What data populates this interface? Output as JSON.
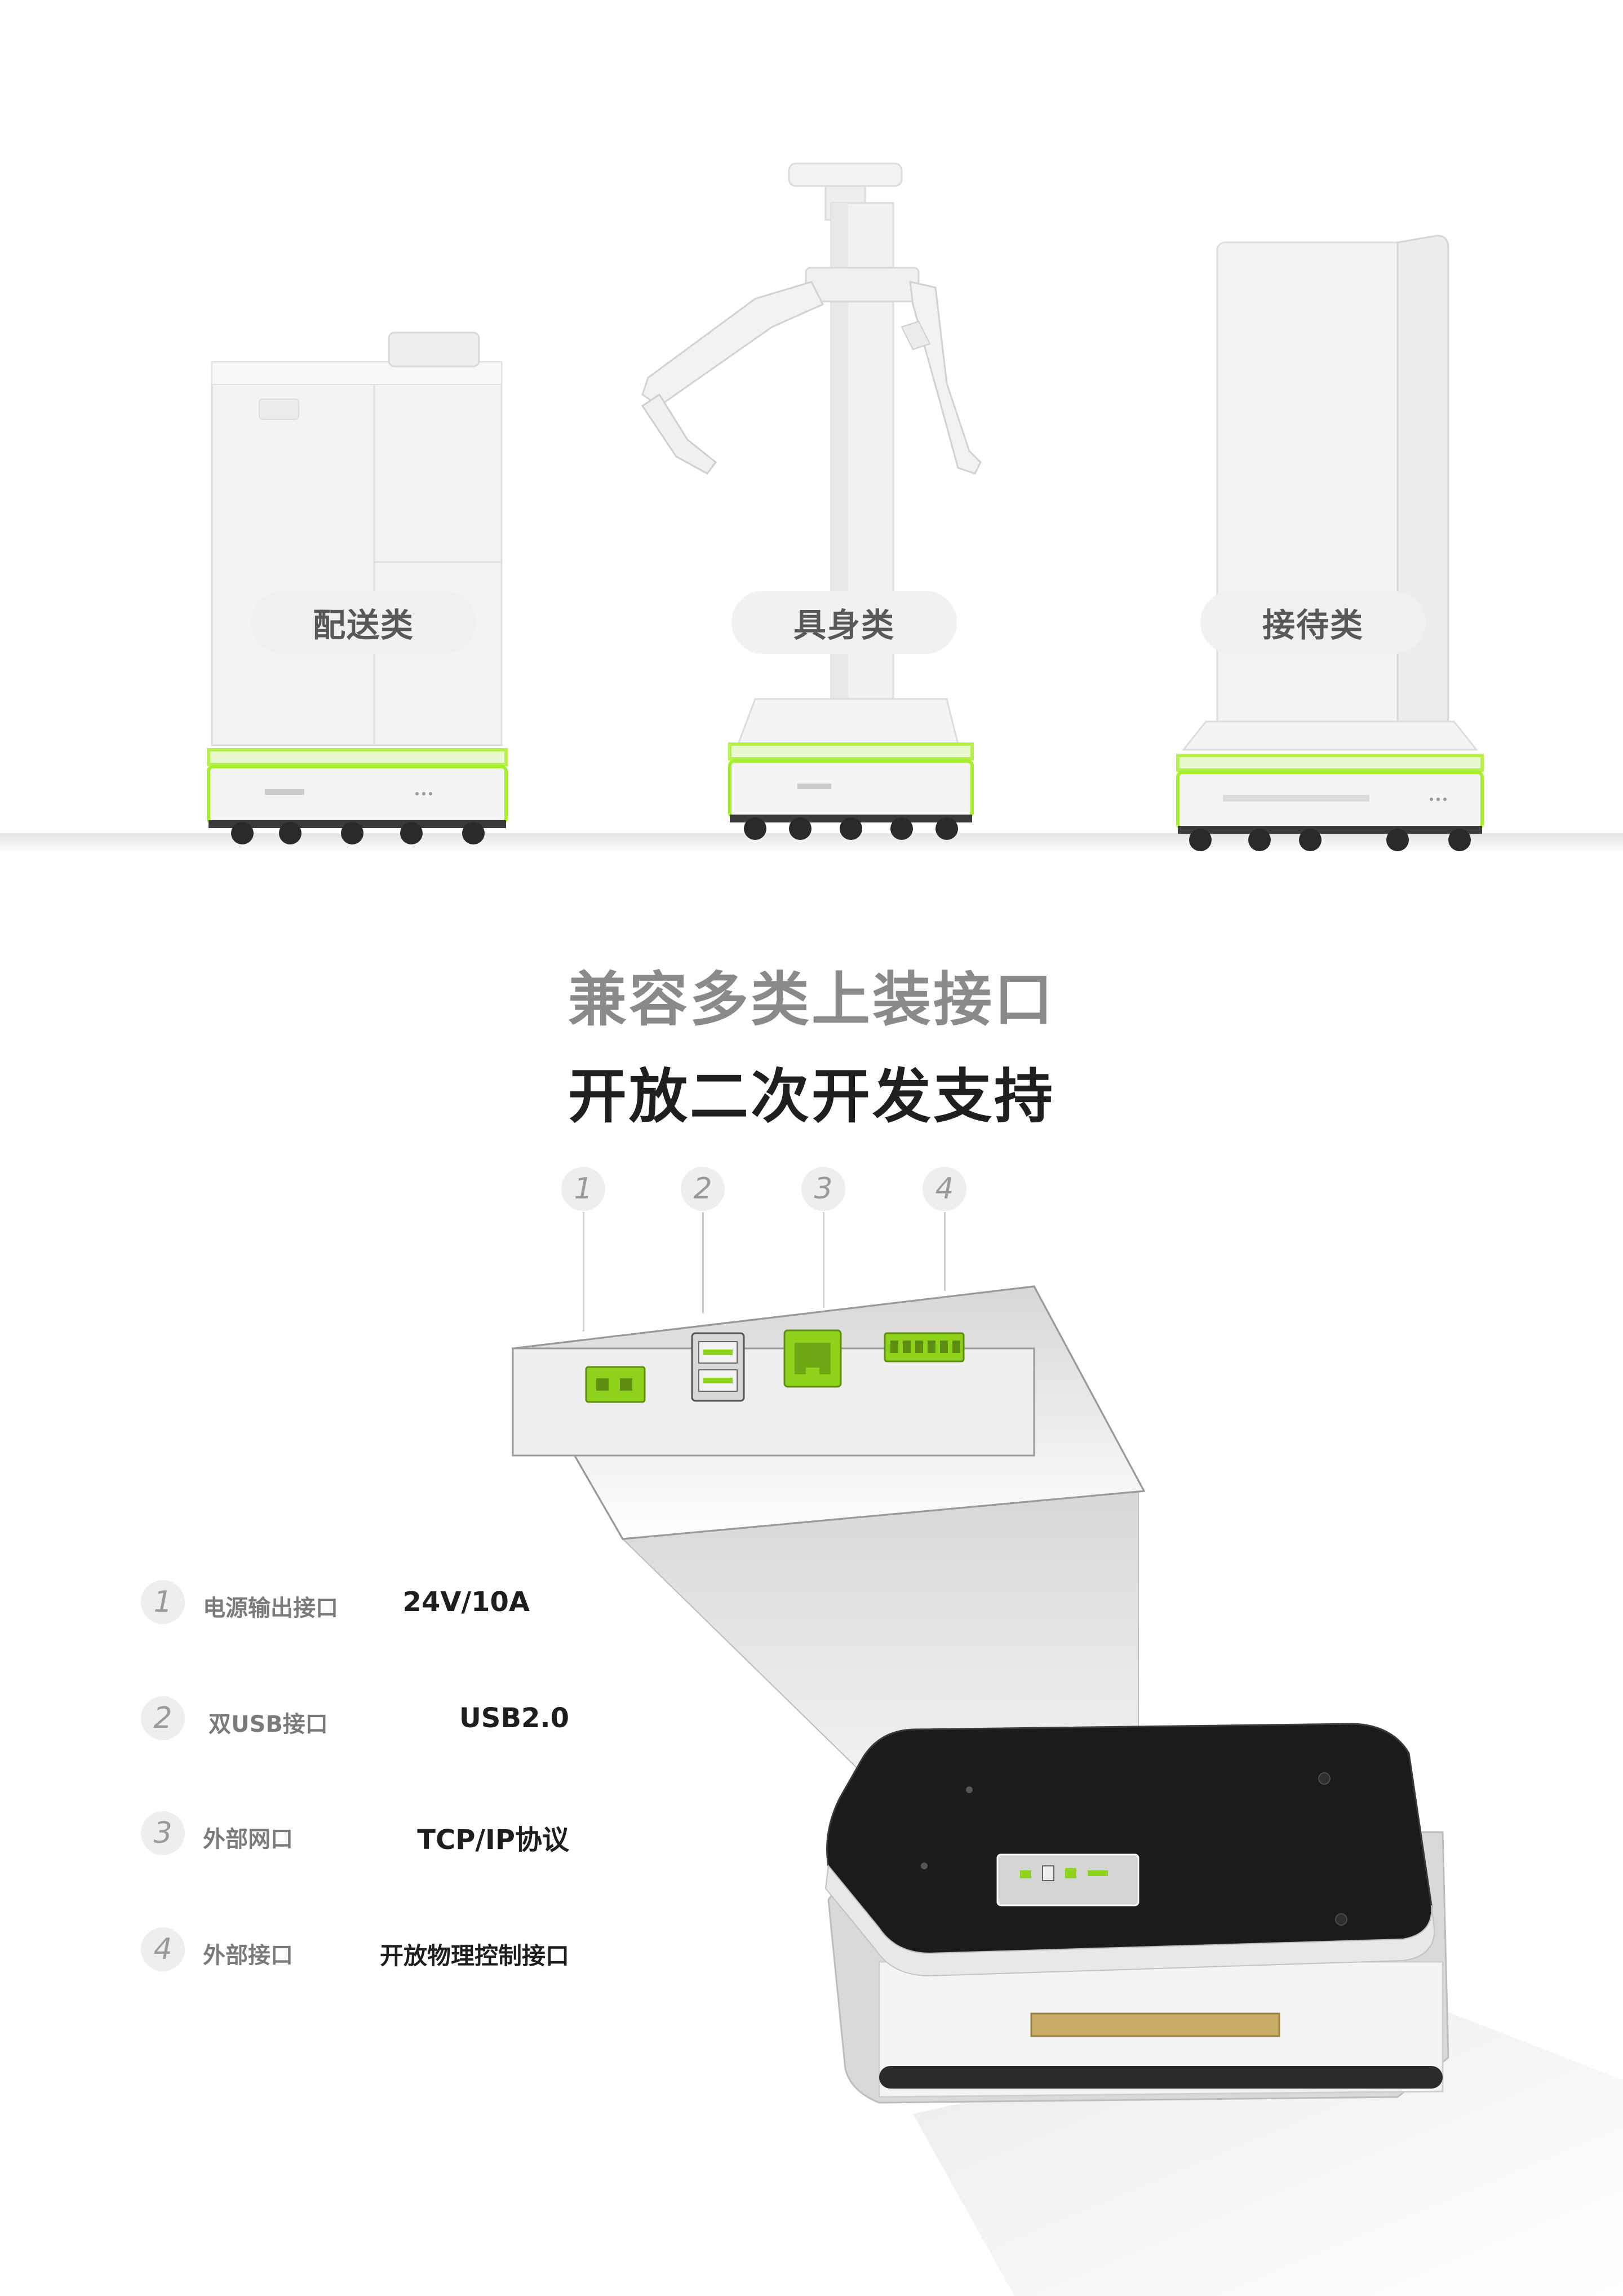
{
  "robots": [
    {
      "label": "配送类"
    },
    {
      "label": "具身类"
    },
    {
      "label": "接待类"
    }
  ],
  "headings": {
    "line1": "兼容多类上装接口",
    "line2": "开放二次开发支持"
  },
  "port_numbers": [
    "1",
    "2",
    "3",
    "4"
  ],
  "specs": [
    {
      "num": "1",
      "name": "电源输出接口",
      "value": "24V/10A"
    },
    {
      "num": "2",
      "name": "双USB接口",
      "value": "USB2.0"
    },
    {
      "num": "3",
      "name": "外部网口",
      "value": "TCP/IP协议"
    },
    {
      "num": "4",
      "name": "外部接口",
      "value": "开放物理控制接口"
    }
  ],
  "colors": {
    "accent_green": "#8fd21b",
    "glow_green": "#a6ef2e",
    "robot_top": "#1b1b1b",
    "strip_gold": "#c9ad66"
  }
}
